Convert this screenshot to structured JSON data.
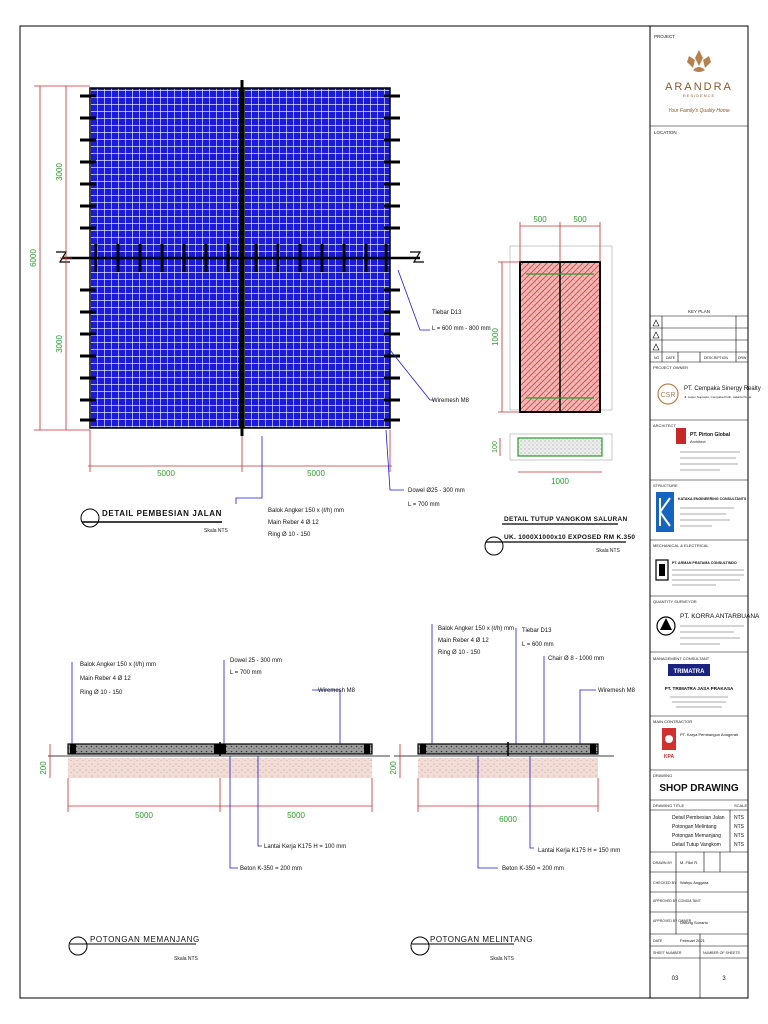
{
  "drawings": {
    "plan_title": "DETAIL PEMBESIAN JALAN",
    "plan_scale": "Skala NTS",
    "plan_dims": {
      "top_half": "3000",
      "bottom_half": "3000",
      "total": "6000",
      "left_width": "5000",
      "right_width": "5000"
    },
    "plan_callouts": {
      "tiebar_1": "Tiebar D13",
      "tiebar_2": "L = 600 mm - 800 mm",
      "wiremesh": "Wiremesh M8",
      "dowel_1": "Dowel Ø25 - 300 mm",
      "dowel_2": "L = 700 mm",
      "balok_1": "Balok Angker 150 x (ℓ/h) mm",
      "balok_2": "Main Reber 4 Ø 12",
      "balok_3": "Ring Ø 10 - 150"
    },
    "cover_title": "DETAIL TUTUP VANGKOM SALURAN",
    "cover_subtitle": "UK. 1000X1000x10 EXPOSED RM K.350",
    "cover_scale": "Skala NTS",
    "cover_dims": {
      "left": "500",
      "right": "500",
      "height": "1000",
      "thickness": "100",
      "width": "1000"
    },
    "longitudinal_title": "POTONGAN MEMANJANG",
    "longitudinal_scale": "Skala NTS",
    "longitudinal_dims": {
      "height": "200",
      "left": "5000",
      "right": "5000"
    },
    "longitudinal_callouts": {
      "balok_1": "Balok Angker 150 x (ℓ/h) mm",
      "balok_2": "Main Reber 4 Ø 12",
      "balok_3": "Ring Ø 10 - 150",
      "dowel_1": "Dowel 25 - 300 mm",
      "dowel_2": "L = 700 mm",
      "wiremesh": "Wiremesh M8",
      "lantai": "Lantai Kerja K175  H = 100 mm",
      "beton": "Beton K-350 = 200 mm"
    },
    "transverse_title": "POTONGAN MELINTANG",
    "transverse_scale": "Skala NTS",
    "transverse_dims": {
      "height": "200",
      "width": "6000"
    },
    "transverse_callouts": {
      "balok_1": "Balok Angker 150 x (ℓ/h) mm",
      "balok_2": "Main Reber 4 Ø 12",
      "balok_3": "Ring Ø 10 - 150",
      "tiebar_1": "Tiebar D13",
      "tiebar_2": "L = 600 mm",
      "chair": "Chair Ø 8 - 1000 mm",
      "wiremesh": "Wiremesh M8",
      "lantai": "Lantai Kerja K175  H = 150 mm",
      "beton": "Beton K-350 = 200 mm"
    }
  },
  "title_block": {
    "project_label": "PROJECT",
    "brand_name": "ARANDRA",
    "brand_sub": "RESIDENCE",
    "brand_tagline": "Your Family's Quality Home",
    "location_label": "LOCATION",
    "keyplan_label": "KEY PLAN",
    "revision_headers": [
      "NO",
      "DATE",
      "DESCRIPTION",
      "DRW"
    ],
    "owner_label": "PROJECT OWNER",
    "owner_name": "PT. Cempaka Sinergy Realty",
    "owner_address": "Jl. Letjen Suprapto, Cempaka Putih, Jakarta Pusat",
    "architect_label": "ARCHITECT",
    "architect_name": "PT. Pirton Global",
    "architect_sub": "Architect",
    "structure_label": "STRUCTURE",
    "structure_name": "KATAKA ENGINEERING CONSULTANTS",
    "mep_label": "MECHANICAL & ELECTRICAL",
    "mep_name": "PT. ARMAN PRATAMA CONSULTINDO",
    "qs_label": "QUANTITY SURVEYOR",
    "qs_name": "PT. KORRA ANTARBUANA",
    "mk_label": "MANAGEMENT CONSULTANT",
    "mk_logo": "TRIMATRA",
    "mk_name": "PT. TRIMATRA JASA PRAKASA",
    "contractor_label": "MAIN CONTRACTOR",
    "contractor_name": "PT. Karya Pembangun Anugerah",
    "contractor_short": "KPA",
    "drawing_type_label": "DRAWING",
    "drawing_type": "SHOP DRAWING",
    "drawing_title_label": "DRAWING TITLE",
    "drawing_scale_label": "SCALE",
    "drawing_items": [
      {
        "name": "Detail Pembesian Jalan",
        "scale": "NTS"
      },
      {
        "name": "Potongan Melintang",
        "scale": "NTS"
      },
      {
        "name": "Potongan Memanjang",
        "scale": "NTS"
      },
      {
        "name": "Detail Tutup Vangkom",
        "scale": "NTS"
      }
    ],
    "drawn_label": "DRAWN BY",
    "drawn_by": "M. Fikri R.",
    "checked_label": "CHECKED BY",
    "checked_by": "Wahyu Anggara",
    "approved_mk_label": "APPROVED BY CONSULTANT",
    "approved_owner_label": "APPROVED BY OWNER",
    "approved_by": "Untung Sunarto",
    "date_label": "DATE",
    "date_value": "Februari 2021",
    "sheet_label": "SHEET NUMBER",
    "sheet_of_label": "NUMBER OF SHEETS",
    "sheet_number": "03",
    "sheet_total": "3"
  }
}
